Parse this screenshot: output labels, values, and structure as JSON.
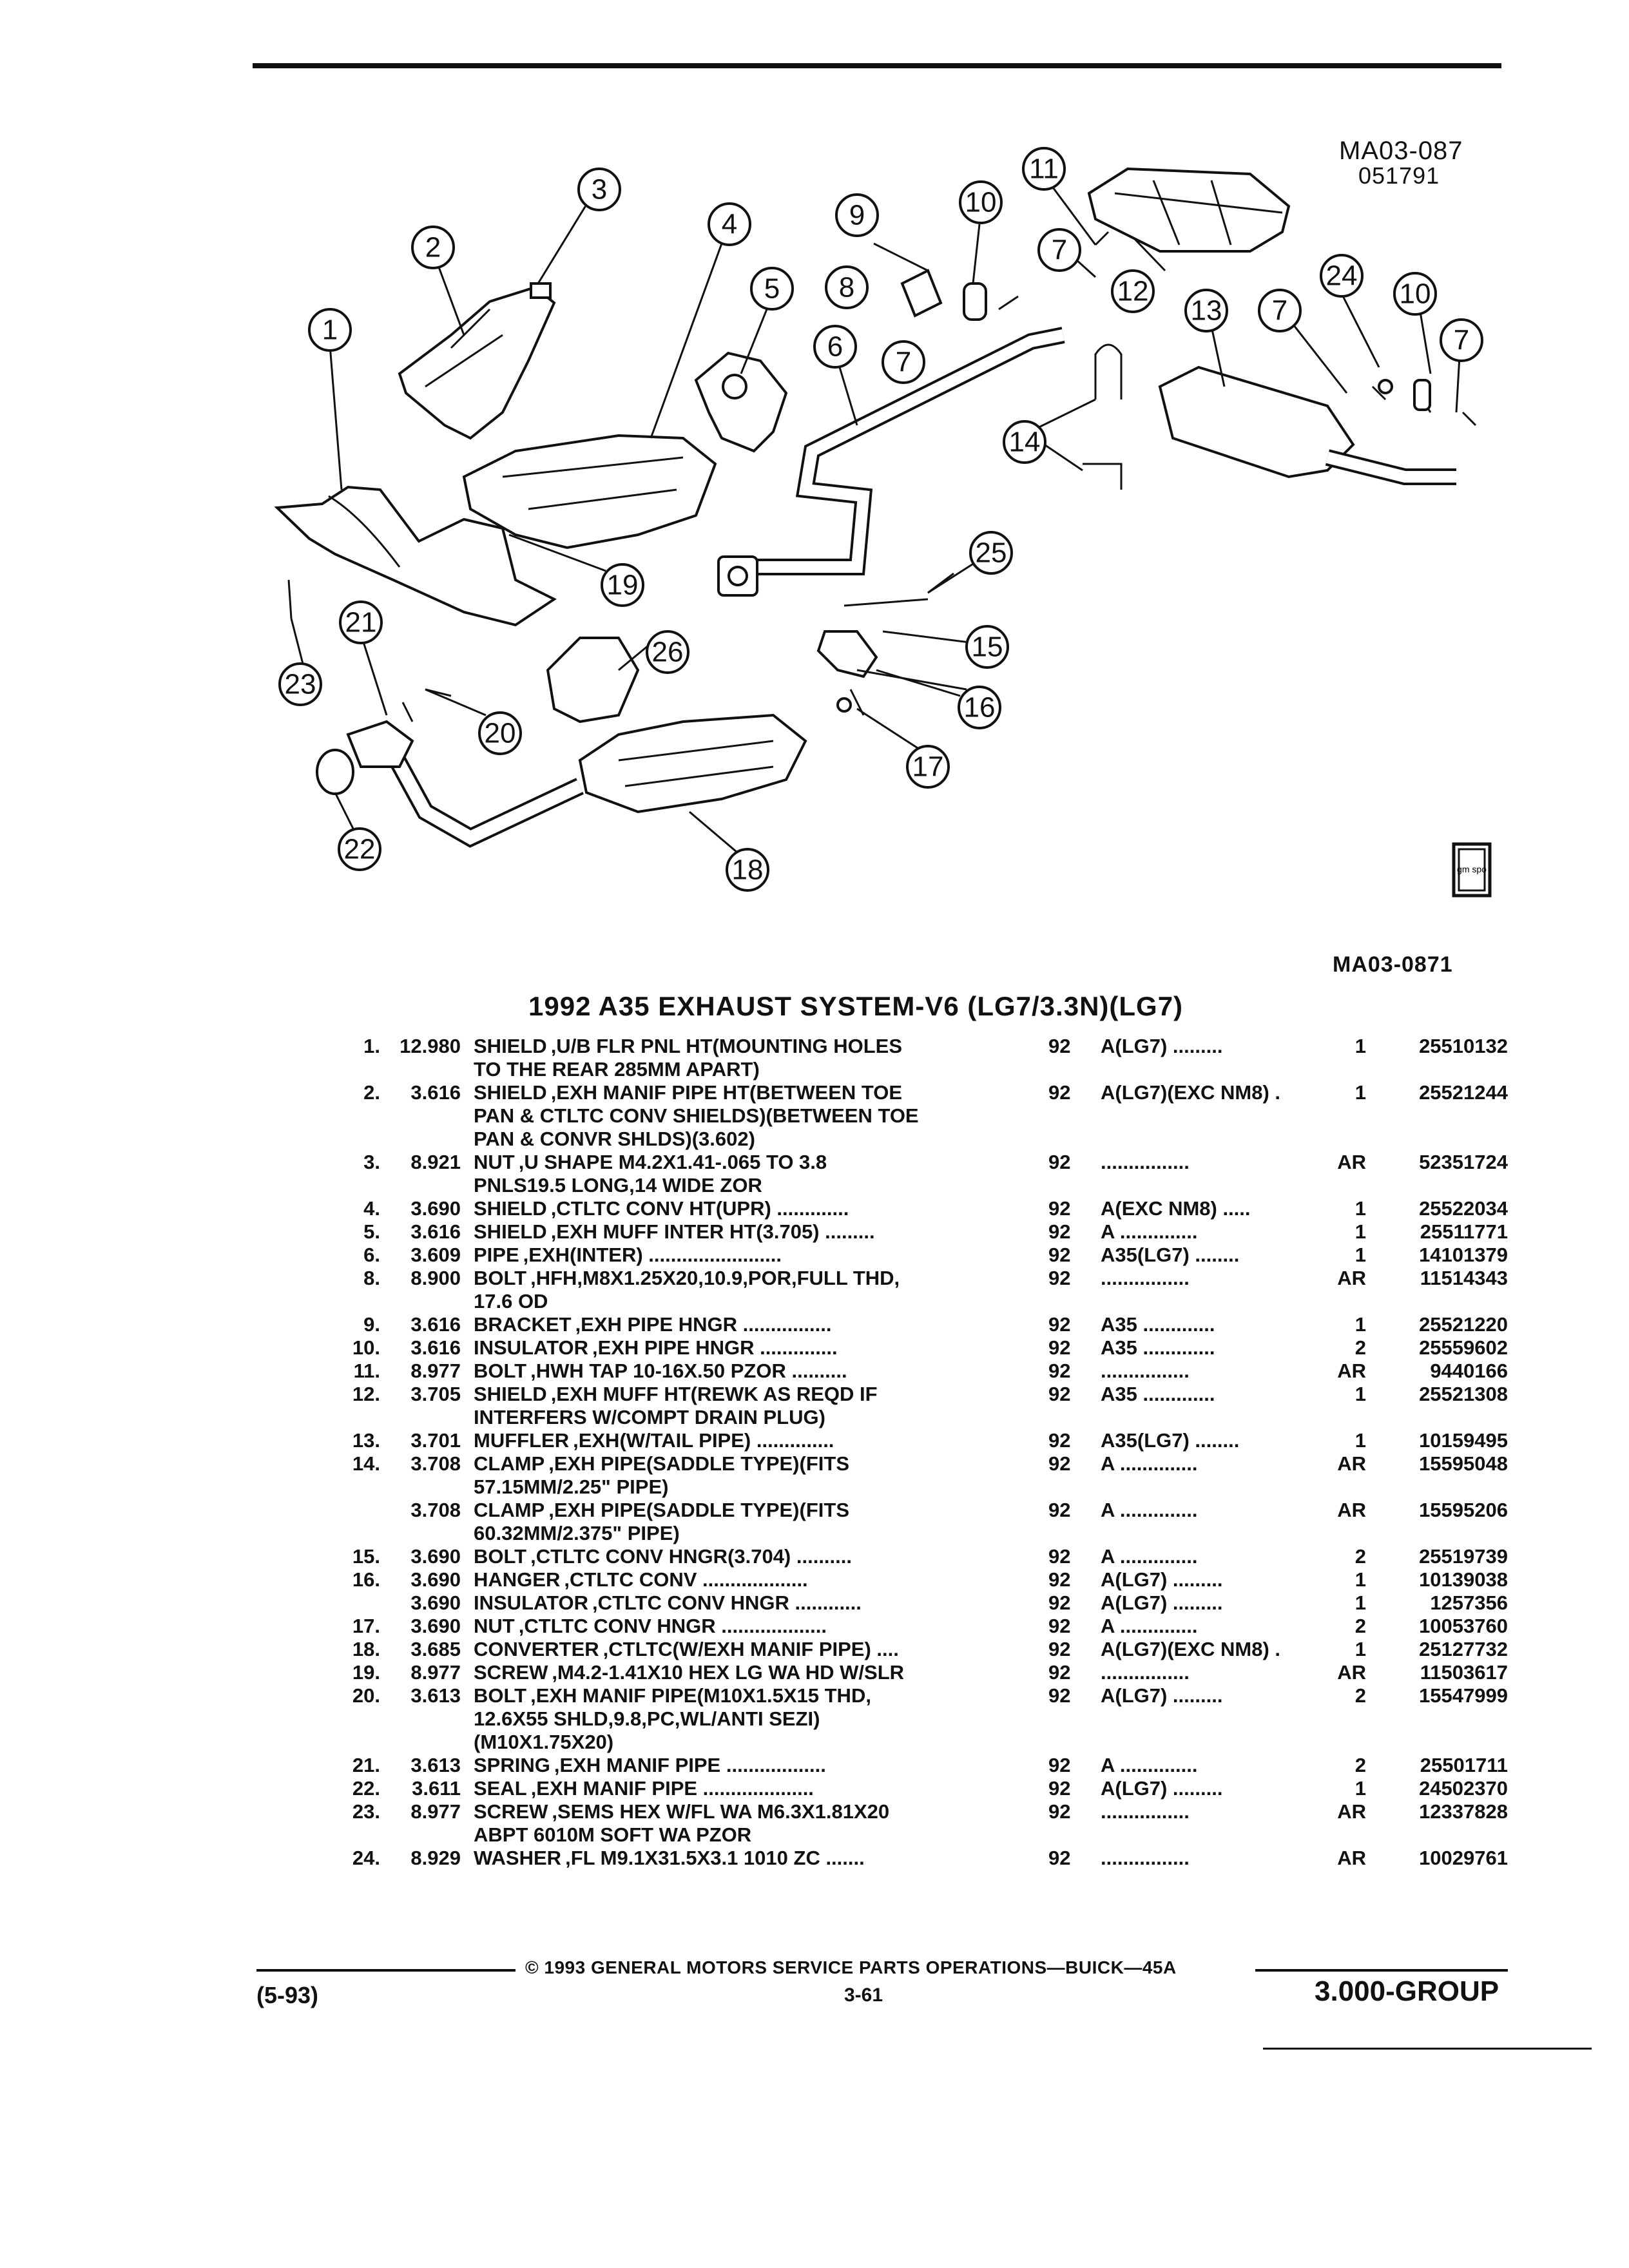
{
  "header": {
    "code_top": "MA03-087",
    "code_sub": "051791",
    "code_bottom": "MA03-0871"
  },
  "diagram": {
    "callouts": [
      "1",
      "2",
      "3",
      "4",
      "5",
      "6",
      "7",
      "7",
      "7",
      "7",
      "8",
      "9",
      "10",
      "10",
      "11",
      "12",
      "13",
      "14",
      "15",
      "16",
      "17",
      "18",
      "19",
      "20",
      "21",
      "22",
      "23",
      "24",
      "25",
      "26"
    ],
    "logo_text": "gm spo"
  },
  "title": "1992 A35 EXHAUST SYSTEM-V6 (LG7/3.3N)(LG7)",
  "parts": [
    {
      "no": "1.",
      "grp": "12.980",
      "name": "SHIELD",
      "desc": ",U/B FLR PNL HT(MOUNTING HOLES",
      "cont": [
        "TO THE REAR 285MM APART)"
      ],
      "yr": "92",
      "note": "A(LG7) .........",
      "qty": "1",
      "pn": "25510132"
    },
    {
      "no": "2.",
      "grp": "3.616",
      "name": "SHIELD",
      "desc": ",EXH MANIF PIPE HT(BETWEEN TOE",
      "cont": [
        "PAN & CTLTC CONV SHIELDS)(BETWEEN TOE",
        "PAN & CONVR SHLDS)(3.602)"
      ],
      "yr": "92",
      "note": "A(LG7)(EXC NM8) .",
      "qty": "1",
      "pn": "25521244"
    },
    {
      "no": "3.",
      "grp": "8.921",
      "name": "NUT",
      "desc": ",U SHAPE M4.2X1.41-.065 TO 3.8",
      "cont": [
        "PNLS19.5 LONG,14 WIDE ZOR"
      ],
      "yr": "92",
      "note": "................",
      "qty": "AR",
      "pn": "52351724"
    },
    {
      "no": "4.",
      "grp": "3.690",
      "name": "SHIELD",
      "desc": ",CTLTC CONV HT(UPR) .............",
      "cont": [],
      "yr": "92",
      "note": "A(EXC NM8) .....",
      "qty": "1",
      "pn": "25522034"
    },
    {
      "no": "5.",
      "grp": "3.616",
      "name": "SHIELD",
      "desc": ",EXH MUFF INTER HT(3.705) .........",
      "cont": [],
      "yr": "92",
      "note": "A ..............",
      "qty": "1",
      "pn": "25511771"
    },
    {
      "no": "6.",
      "grp": "3.609",
      "name": "PIPE",
      "desc": ",EXH(INTER) ........................",
      "cont": [],
      "yr": "92",
      "note": "A35(LG7) ........",
      "qty": "1",
      "pn": "14101379"
    },
    {
      "no": "8.",
      "grp": "8.900",
      "name": "BOLT",
      "desc": ",HFH,M8X1.25X20,10.9,POR,FULL THD,",
      "cont": [
        "17.6 OD"
      ],
      "yr": "92",
      "note": "................",
      "qty": "AR",
      "pn": "11514343"
    },
    {
      "no": "9.",
      "grp": "3.616",
      "name": "BRACKET",
      "desc": ",EXH PIPE HNGR ................",
      "cont": [],
      "yr": "92",
      "note": "A35 .............",
      "qty": "1",
      "pn": "25521220"
    },
    {
      "no": "10.",
      "grp": "3.616",
      "name": "INSULATOR",
      "desc": ",EXH PIPE HNGR ..............",
      "cont": [],
      "yr": "92",
      "note": "A35 .............",
      "qty": "2",
      "pn": "25559602"
    },
    {
      "no": "11.",
      "grp": "8.977",
      "name": "BOLT",
      "desc": ",HWH TAP 10-16X.50 PZOR ..........",
      "cont": [],
      "yr": "92",
      "note": "................",
      "qty": "AR",
      "pn": "9440166"
    },
    {
      "no": "12.",
      "grp": "3.705",
      "name": "SHIELD",
      "desc": ",EXH MUFF HT(REWK AS REQD IF",
      "cont": [
        "INTERFERS W/COMPT DRAIN PLUG)"
      ],
      "yr": "92",
      "note": "A35 .............",
      "qty": "1",
      "pn": "25521308"
    },
    {
      "no": "13.",
      "grp": "3.701",
      "name": "MUFFLER",
      "desc": ",EXH(W/TAIL PIPE) ..............",
      "cont": [],
      "yr": "92",
      "note": "A35(LG7) ........",
      "qty": "1",
      "pn": "10159495"
    },
    {
      "no": "14.",
      "grp": "3.708",
      "name": "CLAMP",
      "desc": ",EXH PIPE(SADDLE TYPE)(FITS",
      "cont": [
        "57.15MM/2.25\" PIPE)"
      ],
      "yr": "92",
      "note": "A ..............",
      "qty": "AR",
      "pn": "15595048"
    },
    {
      "no": "",
      "grp": "3.708",
      "name": "CLAMP",
      "desc": ",EXH PIPE(SADDLE TYPE)(FITS",
      "cont": [
        "60.32MM/2.375\" PIPE)"
      ],
      "yr": "92",
      "note": "A ..............",
      "qty": "AR",
      "pn": "15595206"
    },
    {
      "no": "15.",
      "grp": "3.690",
      "name": "BOLT",
      "desc": ",CTLTC CONV HNGR(3.704) ..........",
      "cont": [],
      "yr": "92",
      "note": "A ..............",
      "qty": "2",
      "pn": "25519739"
    },
    {
      "no": "16.",
      "grp": "3.690",
      "name": "HANGER",
      "desc": ",CTLTC CONV ...................",
      "cont": [],
      "yr": "92",
      "note": "A(LG7) .........",
      "qty": "1",
      "pn": "10139038"
    },
    {
      "no": "",
      "grp": "3.690",
      "name": "INSULATOR",
      "desc": ",CTLTC CONV HNGR ............",
      "cont": [],
      "yr": "92",
      "note": "A(LG7) .........",
      "qty": "1",
      "pn": "1257356"
    },
    {
      "no": "17.",
      "grp": "3.690",
      "name": "NUT",
      "desc": ",CTLTC CONV HNGR ...................",
      "cont": [],
      "yr": "92",
      "note": "A ..............",
      "qty": "2",
      "pn": "10053760"
    },
    {
      "no": "18.",
      "grp": "3.685",
      "name": "CONVERTER",
      "desc": ",CTLTC(W/EXH MANIF PIPE) ....",
      "cont": [],
      "yr": "92",
      "note": "A(LG7)(EXC NM8) .",
      "qty": "1",
      "pn": "25127732"
    },
    {
      "no": "19.",
      "grp": "8.977",
      "name": "SCREW",
      "desc": ",M4.2-1.41X10 HEX LG WA HD W/SLR",
      "cont": [],
      "yr": "92",
      "note": "................",
      "qty": "AR",
      "pn": "11503617"
    },
    {
      "no": "20.",
      "grp": "3.613",
      "name": "BOLT",
      "desc": ",EXH MANIF PIPE(M10X1.5X15 THD,",
      "cont": [
        "12.6X55 SHLD,9.8,PC,WL/ANTI SEZI)",
        "(M10X1.75X20)"
      ],
      "yr": "92",
      "note": "A(LG7) .........",
      "qty": "2",
      "pn": "15547999"
    },
    {
      "no": "21.",
      "grp": "3.613",
      "name": "SPRING",
      "desc": ",EXH MANIF PIPE ..................",
      "cont": [],
      "yr": "92",
      "note": "A ..............",
      "qty": "2",
      "pn": "25501711"
    },
    {
      "no": "22.",
      "grp": "3.611",
      "name": "SEAL",
      "desc": ",EXH MANIF PIPE ....................",
      "cont": [],
      "yr": "92",
      "note": "A(LG7) .........",
      "qty": "1",
      "pn": "24502370"
    },
    {
      "no": "23.",
      "grp": "8.977",
      "name": "SCREW",
      "desc": ",SEMS HEX W/FL WA M6.3X1.81X20",
      "cont": [
        "ABPT 6010M SOFT WA PZOR"
      ],
      "yr": "92",
      "note": "................",
      "qty": "AR",
      "pn": "12337828"
    },
    {
      "no": "24.",
      "grp": "8.929",
      "name": "WASHER",
      "desc": ",FL M9.1X31.5X3.1 1010 ZC .......",
      "cont": [],
      "yr": "92",
      "note": "................",
      "qty": "AR",
      "pn": "10029761"
    }
  ],
  "footer": {
    "copyright": "© 1993 GENERAL MOTORS SERVICE PARTS OPERATIONS—BUICK—45A",
    "page": "3-61",
    "date": "(5-93)",
    "group": "3.000-GROUP"
  }
}
